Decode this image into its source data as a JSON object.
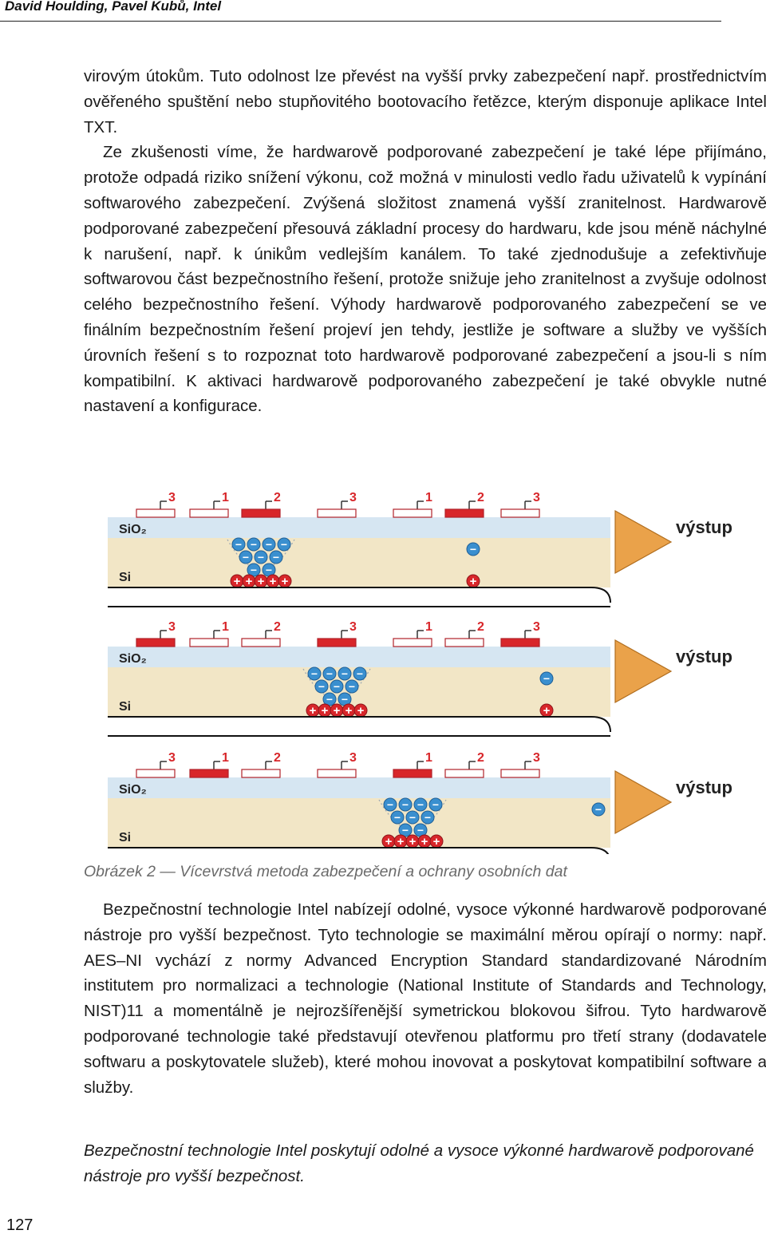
{
  "header": {
    "author": "David Houlding, Pavel Kubů, Intel"
  },
  "paragraphs": {
    "p1_line1": "virovým útokům. Tuto odolnost lze převést na vyšší prvky zabezpečení např. prostřednictvím ověřeného spuštění nebo stupňovitého bootovacího řetězce, kterým disponuje aplikace Intel TXT.",
    "p1_rest": "Ze zkušenosti víme, že hardwarově podporované zabezpečení je také lépe přijímáno, protože odpadá riziko snížení výkonu, což možná v minulosti vedlo řadu uživatelů k vypínání softwarového zabezpečení. Zvýšená složitost znamená vyšší zranitelnost. Hardwarově podporované zabezpečení přesouvá základní procesy do hardwaru, kde jsou méně náchylné k narušení, např. k únikům vedlejším kanálem. To také zjednodušuje a zefektivňuje softwarovou část bezpečnostního řešení, protože snižuje jeho zranitelnost a zvyšuje odolnost celého bezpečnostního řešení. Výhody hardwarově podporovaného zabezpečení se ve finálním bezpečnostním řešení projeví jen tehdy, jestliže je software a služby ve vyšších úrovních řešení s to rozpoznat toto hardwarově podporované zabezpečení a jsou-li s ním kompatibilní. K aktivaci hardwarově podporovaného zabezpečení je také obvykle nutné nastavení a konfigurace.",
    "p2": "Bezpečnostní technologie Intel nabízejí odolné, vysoce výkonné hardwarově podporované nástroje pro vyšší bezpečnost. Tyto technologie se maximální měrou opírají o normy: např. AES–NI vychází z normy Advanced Encryption Standard standardizované Národním institutem pro normalizaci a technologie (National Institute of Standards and Technology, NIST)11 a momentálně je nejrozšířenější symetrickou blokovou šifrou. Tyto hardwarově podporované technologie také představují otevřenou platformu pro třetí strany (dodavatele softwaru a poskytovatele služeb), které mohou inovovat a poskytovat kompatibilní software a služby.",
    "highlight": "Bezpečnostní technologie Intel poskytují odolné a vysoce výkonné hardwarově podporované nástroje pro vyšší bezpečnost."
  },
  "figure": {
    "caption": "Obrázek 2 — Vícevrstvá metoda zabezpečení a ochrany osobních dat",
    "layer_oxide": "SiO₂",
    "layer_silicon": "Si",
    "output_label": "výstup",
    "electrode_digits": [
      "3",
      "1",
      "2",
      "3",
      "1",
      "2",
      "3"
    ],
    "electron_sign": "−",
    "hole_sign": "+",
    "colors": {
      "oxide": "#d6e6f2",
      "silicon": "#f2e6c6",
      "electrode_active": "#d8262a",
      "electrode_idle": "#ffffff",
      "electron": "#3a8fcf",
      "hole": "#d8262a",
      "amplifier": "#eaa24a",
      "digits": "#d8262a"
    }
  },
  "page_number": "127"
}
